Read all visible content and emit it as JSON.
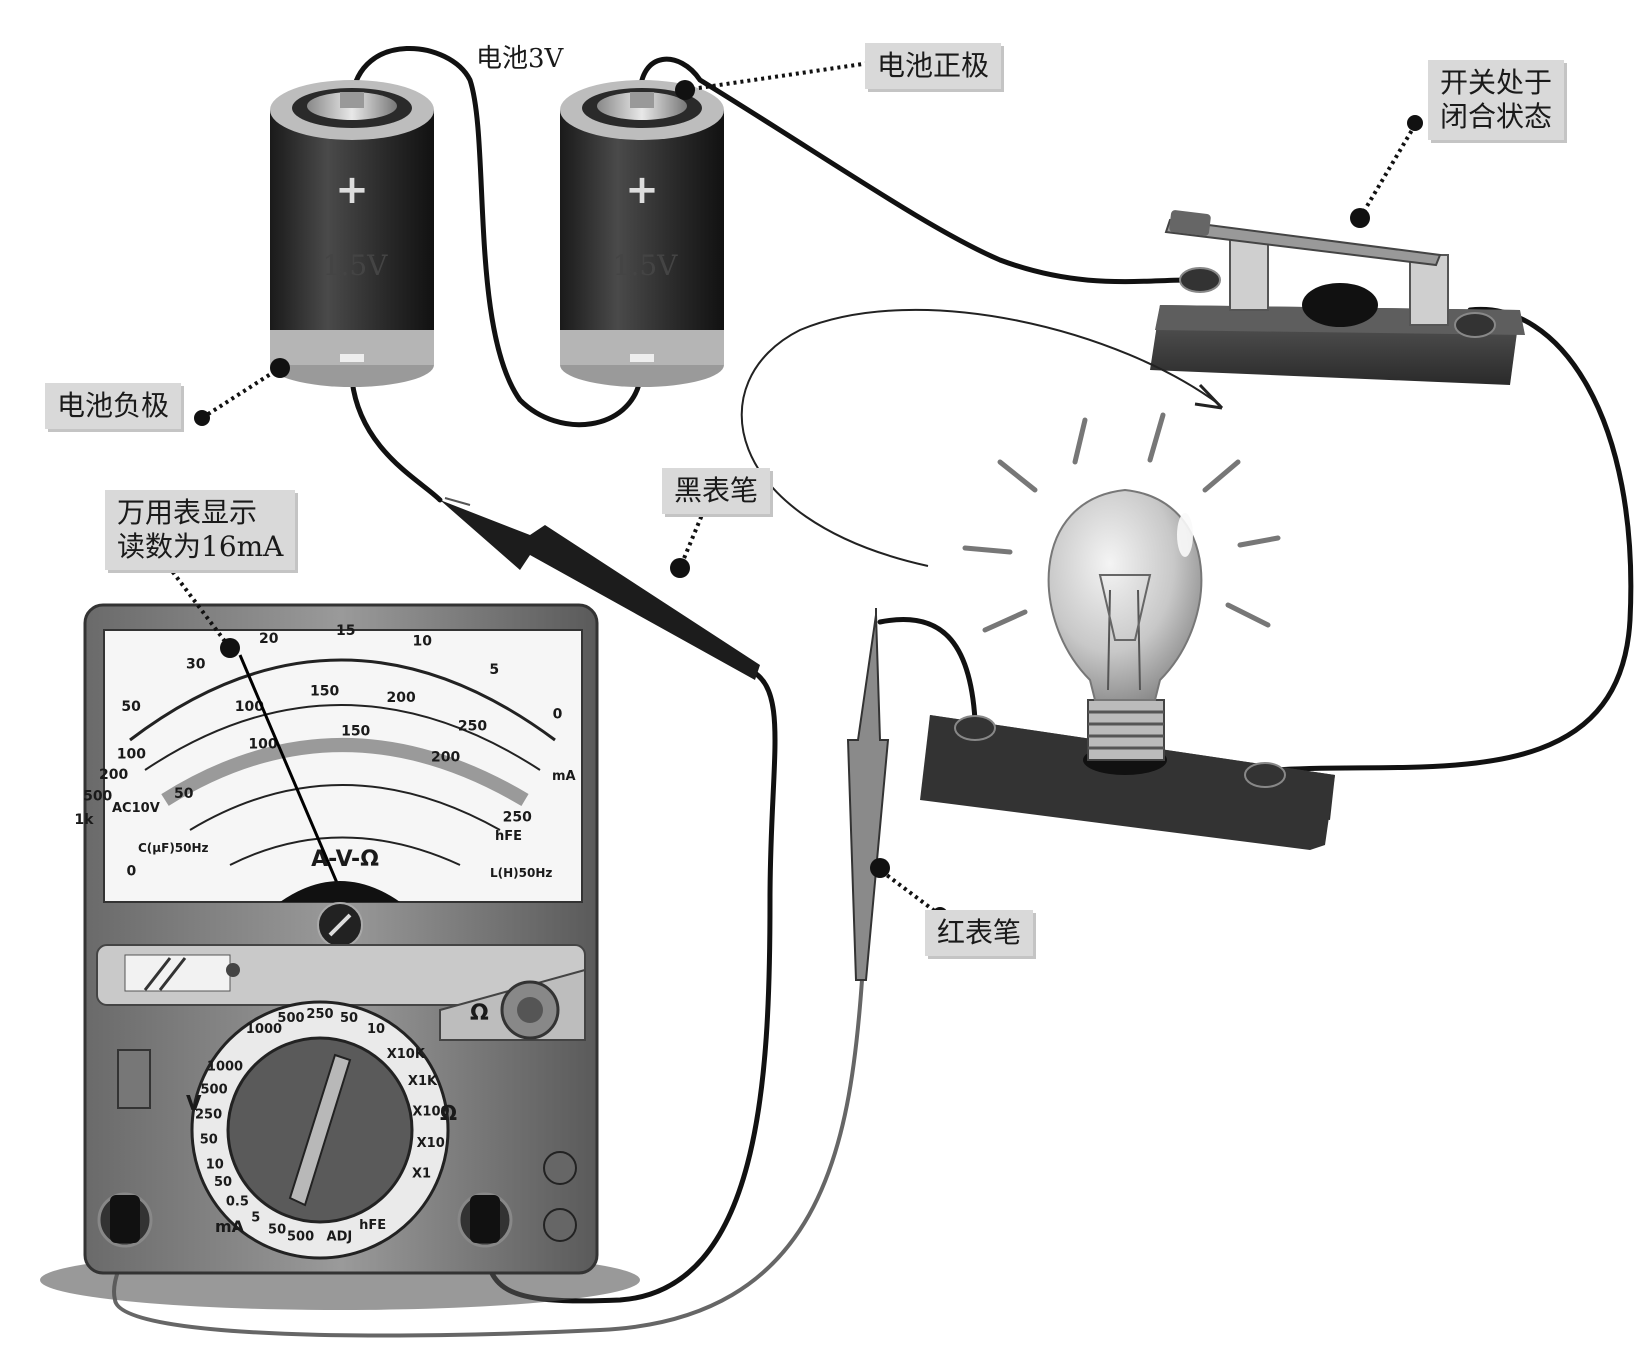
{
  "labels": {
    "battery_total": "电池3V",
    "positive_terminal": "电池正极",
    "negative_terminal": "电池负极",
    "switch_state": [
      "开关处于",
      "闭合状态"
    ],
    "meter_reading": [
      "万用表显示",
      "读数为16mA"
    ],
    "black_probe": "黑表笔",
    "red_probe": "红表笔"
  },
  "batteries": [
    {
      "voltage": "1.5V",
      "plus": "+",
      "minus": "-"
    },
    {
      "voltage": "1.5V",
      "plus": "+",
      "minus": "-"
    }
  ],
  "meter": {
    "top_scale": [
      "50",
      "30",
      "20",
      "15",
      "10",
      "5",
      "0"
    ],
    "ohm_scale_left": [
      "1k",
      "500",
      "200",
      "100"
    ],
    "dc_scale": [
      "0",
      "50",
      "100",
      "150",
      "200",
      "250"
    ],
    "scale_marks_mid": [
      "100",
      "150",
      "200",
      "250"
    ],
    "acv": "AC10V",
    "cap": "C(μF)50Hz",
    "ind": "L(H)50Hz",
    "hfe": "hFE",
    "mode_label": "A-V-Ω",
    "ohm_symbol": "Ω",
    "ma_label": "mA",
    "v_label": "V",
    "dial_v": [
      "10",
      "50",
      "250",
      "500",
      "1000"
    ],
    "dial_ac": [
      "1000",
      "500",
      "250",
      "50",
      "10"
    ],
    "dial_ohm": [
      "X10K",
      "X1K",
      "X100",
      "X10",
      "X1"
    ],
    "dial_ma": [
      "50",
      "0.5",
      "5",
      "50",
      "500"
    ],
    "dial_extra": [
      "ADJ",
      "hFE"
    ]
  },
  "colors": {
    "callout_bg": "#d9d9d9",
    "battery_body": "#2c2c2c",
    "wire": "#111111"
  }
}
